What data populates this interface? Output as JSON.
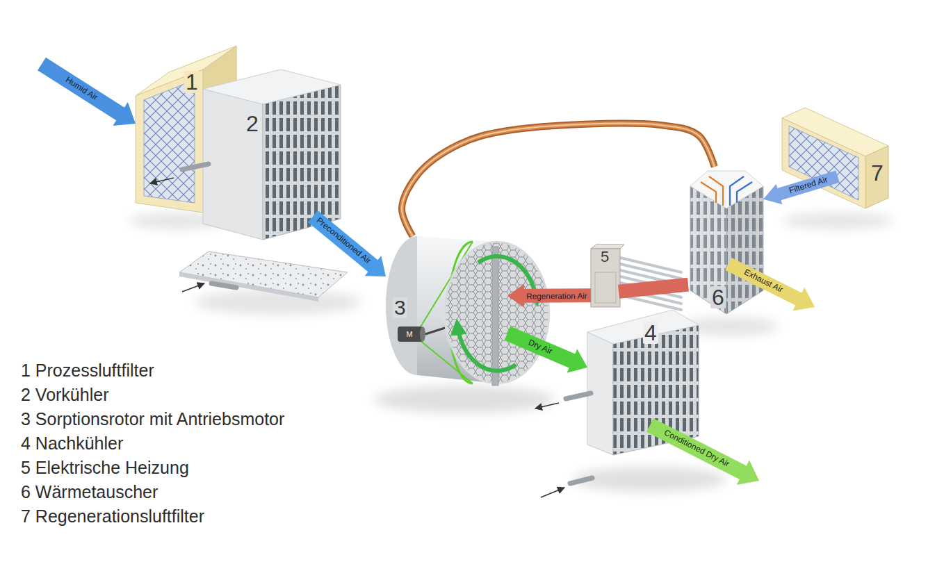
{
  "diagram": {
    "nodes": [
      {
        "text": [
          "1"
        ]
      },
      {
        "text": [
          "2"
        ]
      },
      {
        "text": [
          "3"
        ]
      },
      {
        "text": [
          "4"
        ]
      },
      {
        "text": [
          "5"
        ]
      },
      {
        "text": [
          "6"
        ]
      },
      {
        "text": [
          "7"
        ]
      }
    ],
    "edges": [
      {
        "from": 1,
        "to": 2,
        "label": "Preconditioned Air",
        "arrow": "to"
      },
      {
        "from": 2,
        "to": 3,
        "label": "Dry Air",
        "arrow": "to"
      },
      {
        "from": 2,
        "to": 5,
        "arrow": "none"
      },
      {
        "from": 6,
        "to": 5,
        "label": "Filtered Air",
        "arrow": "to"
      },
      {
        "from": 5,
        "to": 4,
        "arrow": "none"
      },
      {
        "from": 4,
        "to": 2,
        "label": "Regeneration Air",
        "arrow": "to"
      }
    ],
    "labels": [
      "Humid Air",
      "M",
      "Exhaust Air",
      "Conditioned Dry Air",
      "1 Prozessluftfilter",
      "2 Vorkühler",
      "3 Sorptionsrotor mit Antriebsmotor",
      "4 Nachkühler",
      "5 Elektrische Heizung",
      "6 Wärmetauscher",
      "7 Regenerationsluftfilter"
    ]
  }
}
